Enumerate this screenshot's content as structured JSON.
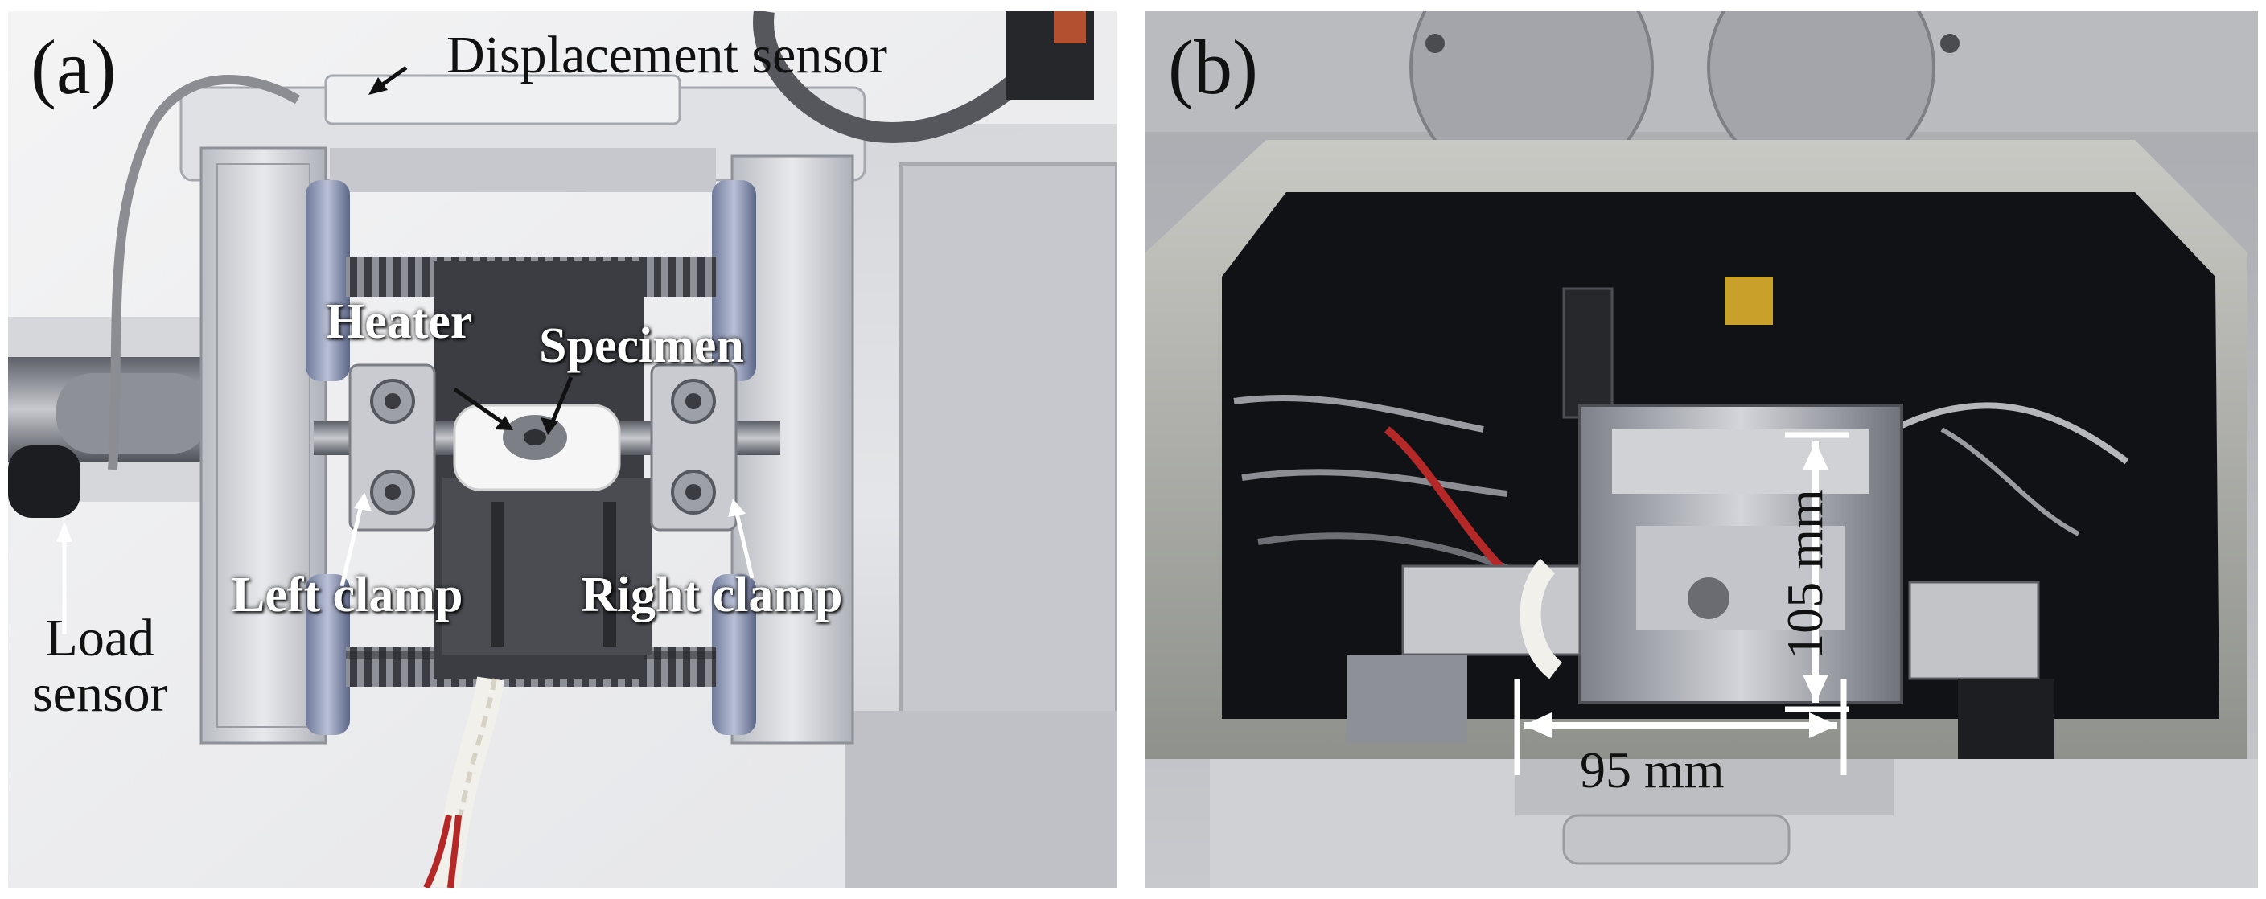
{
  "panel_a": {
    "label": "(a)",
    "annotations": {
      "displacement_sensor": "Displacement sensor",
      "heater": "Heater",
      "specimen": "Specimen",
      "left_clamp": "Left clamp",
      "right_clamp": "Right clamp",
      "load_sensor": "Load\nsensor"
    }
  },
  "panel_b": {
    "label": "(b)",
    "dimensions": {
      "width": "95 mm",
      "height": "105 mm"
    }
  },
  "colors": {
    "wire_red": "#b42828",
    "thermocouple_yellow": "#c9a12a",
    "chamber_dark": "#101216"
  }
}
